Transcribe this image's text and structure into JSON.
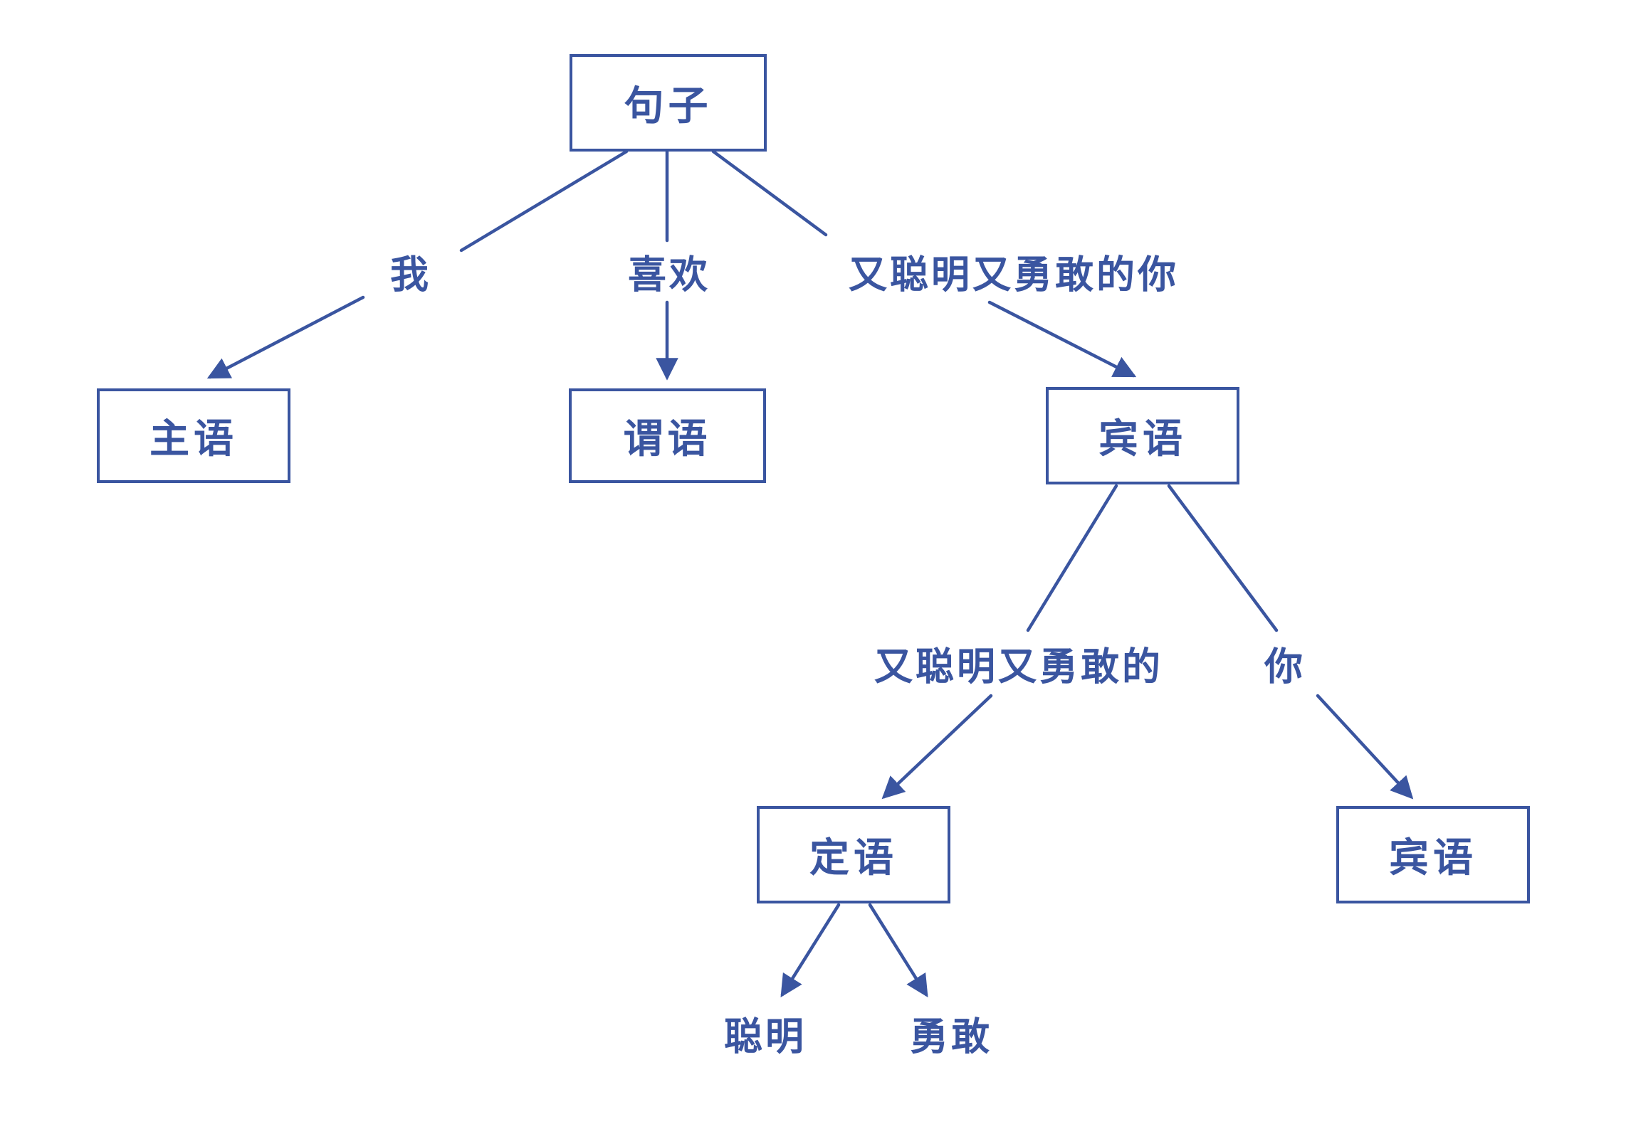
{
  "colors": {
    "accent": "#3a55a0",
    "background": "#ffffff"
  },
  "tree": {
    "root": {
      "label": "句子"
    },
    "branches": [
      {
        "edge_label": "我",
        "node": "主语"
      },
      {
        "edge_label": "喜欢",
        "node": "谓语"
      },
      {
        "edge_label": "又聪明又勇敢的你",
        "node": "宾语"
      }
    ],
    "object_branches": [
      {
        "edge_label": "又聪明又勇敢的",
        "node": "定语"
      },
      {
        "edge_label": "你",
        "node": "宾语"
      }
    ],
    "attributive_leaves": [
      {
        "label": "聪明"
      },
      {
        "label": "勇敢"
      }
    ]
  }
}
